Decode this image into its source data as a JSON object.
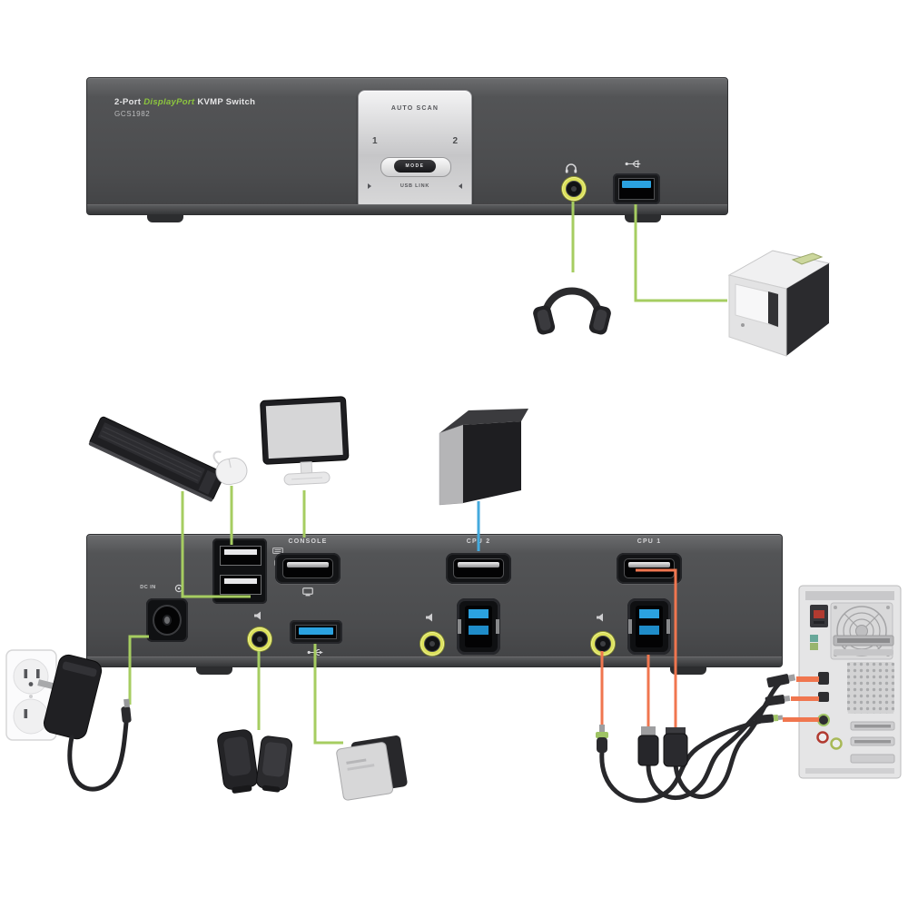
{
  "front_panel": {
    "product_title": {
      "prefix": "2-Port",
      "highlight": "DisplayPort",
      "suffix": "KVMP Switch"
    },
    "model": "GCS1982",
    "selector": {
      "auto_scan": "AUTO SCAN",
      "port_1": "1",
      "port_2": "2",
      "mode_button": "MODE",
      "usb_link": "USB LINK"
    }
  },
  "rear_panel": {
    "power_label": "DC IN",
    "console_label": "CONSOLE",
    "cpu_2_label": "CPU 2",
    "cpu_1_label": "CPU 1"
  },
  "icons": {
    "front_audio": "headphone-icon",
    "front_usb": "usb-ss-icon",
    "console_audio": "speaker-icon",
    "console_usb": "usb-ss-icon",
    "console_display": "monitor-icon",
    "keyboard_port": "keyboard-icon",
    "mouse_port": "mouse-icon",
    "cpu_usb": "usb-ss-icon",
    "power": "power-polarity-icon"
  },
  "devices": {
    "headphones": "headphones",
    "printer": "printer",
    "keyboard": "keyboard",
    "mouse": "mouse",
    "monitor": "monitor",
    "computer_2": "small-computer-tower",
    "wall_outlet": "wall-outlet",
    "power_adapter": "power-adapter",
    "speakers": "speakers",
    "external_drive": "external-drive",
    "computer_1": "computer-tower",
    "kvm_cable": "kvm-cable-set"
  },
  "colors": {
    "panel_gray": "#4b4c4e",
    "accent_green": "#a6cd61",
    "accent_blue": "#45aadd",
    "accent_orange": "#f0764f",
    "usb_blue": "#2ba2e0",
    "jack_ring_green": "#dce15b",
    "brand_green": "#8dc63f"
  }
}
